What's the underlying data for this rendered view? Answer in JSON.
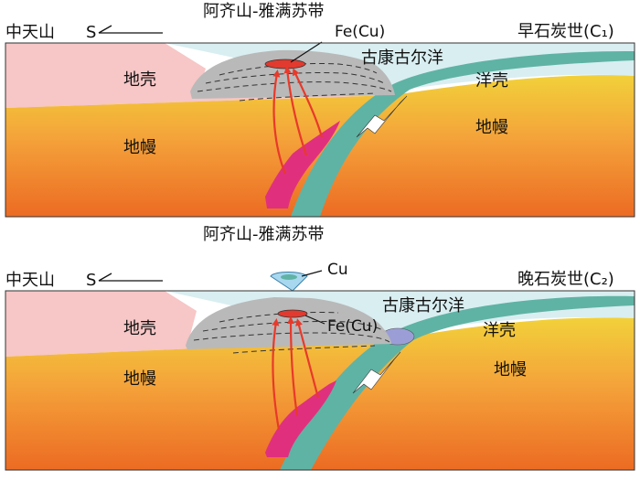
{
  "colors": {
    "crust": "#f7c6c6",
    "mantle_top": "#f2d13a",
    "mantle_mid": "#f4a23a",
    "mantle_bottom": "#ec6b23",
    "ocean": "#d9eef1",
    "oceanic_crust": "#5fb3a4",
    "orogen": "#b9b9b9",
    "magma": "#e0307d",
    "ore": "#e23a2e",
    "arrow": "#e8392a",
    "cu_ore": "#a8d8ef",
    "accretion": "#9b9ed6"
  },
  "panels": [
    {
      "id": "c1",
      "belt": "阿齐山-雅满苏带",
      "left_region": "中天山",
      "direction_letter": "S",
      "period": "早石炭世(C₁)",
      "ore_label": "Fe(Cu)",
      "ocean": "古康古尔洋",
      "crust": "地壳",
      "mantle_left": "地幔",
      "oceanic_crust": "洋壳",
      "mantle_right": "地幔"
    },
    {
      "id": "c2",
      "belt": "阿齐山-雅满苏带",
      "left_region": "中天山",
      "direction_letter": "S",
      "period": "晚石炭世(C₂)",
      "ore_label": "Fe(Cu)",
      "cu_label": "Cu",
      "ocean": "古康古尔洋",
      "crust": "地壳",
      "mantle_left": "地幔",
      "oceanic_crust": "洋壳",
      "mantle_right": "地幔"
    }
  ]
}
